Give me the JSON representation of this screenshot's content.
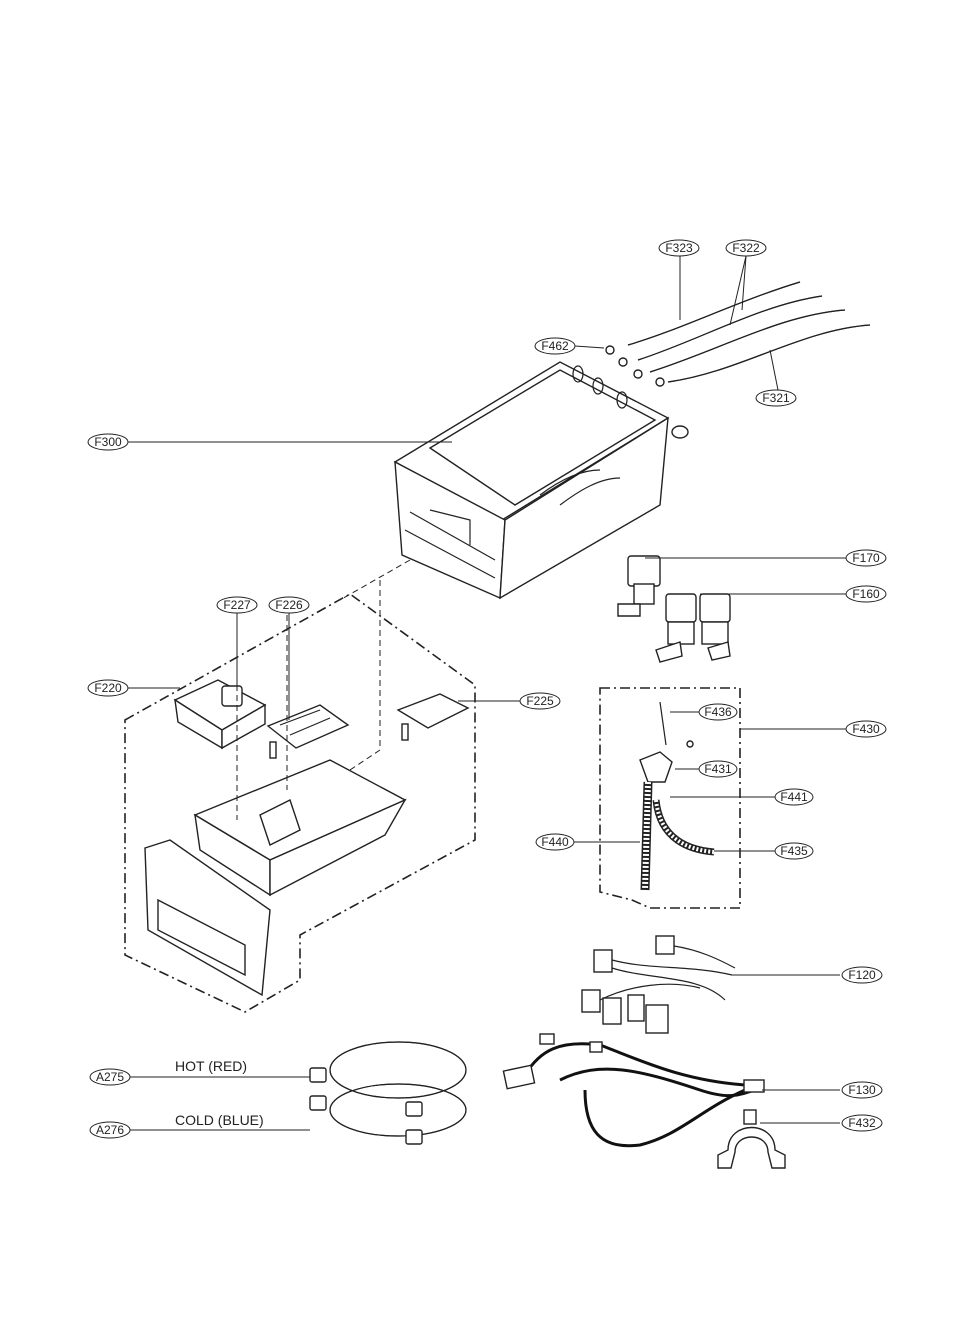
{
  "labels": {
    "f323": "F323",
    "f322": "F322",
    "f462": "F462",
    "f321": "F321",
    "f300": "F300",
    "f170": "F170",
    "f160": "F160",
    "f227": "F227",
    "f226": "F226",
    "f220": "F220",
    "f225": "F225",
    "f436": "F436",
    "f430": "F430",
    "f431": "F431",
    "f441": "F441",
    "f440": "F440",
    "f435": "F435",
    "f120": "F120",
    "a275": "A275",
    "f130": "F130",
    "f432": "F432",
    "a276": "A276"
  },
  "captions": {
    "hot": "HOT (RED)",
    "cold": "COLD (BLUE)"
  }
}
